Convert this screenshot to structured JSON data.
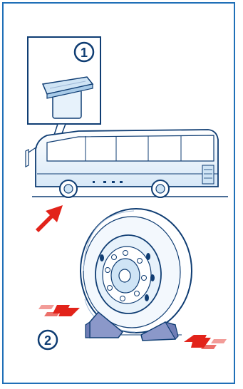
{
  "step_1": {
    "number": "1"
  },
  "step_2": {
    "number": "2"
  },
  "colors": {
    "frame": "#1f6fb7",
    "line": "#0f3d73",
    "fill_light": "#e7f2fb",
    "fill_mid": "#cfe4f5",
    "chock": "#8b98c9",
    "arrow_red": "#e2231a"
  },
  "icons": [
    "tool-chock-detail",
    "coach-bus",
    "wheel",
    "wheel-chock",
    "arrow"
  ]
}
